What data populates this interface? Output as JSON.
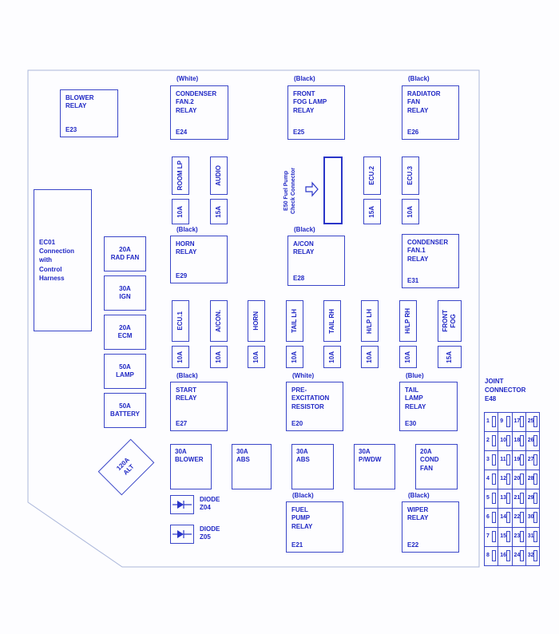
{
  "colors": {
    "blue": "#2a35c8",
    "outline": "#aab6da"
  },
  "relays": {
    "e23": {
      "name": "BLOWER\nRELAY",
      "code": "E23"
    },
    "e24": {
      "color_label": "(White)",
      "name": "CONDENSER\nFAN.2\nRELAY",
      "code": "E24"
    },
    "e25": {
      "color_label": "(Black)",
      "name": "FRONT\nFOG LAMP\nRELAY",
      "code": "E25"
    },
    "e26": {
      "color_label": "(Black)",
      "name": "RADIATOR\nFAN\nRELAY",
      "code": "E26"
    },
    "e29": {
      "color_label": "(Black)",
      "name": "HORN\nRELAY",
      "code": "E29"
    },
    "e28": {
      "color_label": "(Black)",
      "name": "A/CON\nRELAY",
      "code": "E28"
    },
    "e31": {
      "name": "CONDENSER\nFAN.1\nRELAY",
      "code": "E31"
    },
    "e27": {
      "color_label": "(Black)",
      "name": "START\nRELAY",
      "code": "E27"
    },
    "e20": {
      "color_label": "(White)",
      "name": "PRE-\nEXCITATION\nRESISTOR",
      "code": "E20"
    },
    "e30": {
      "color_label": "(Blue)",
      "name": "TAIL\nLAMP\nRELAY",
      "code": "E30"
    },
    "e21": {
      "color_label": "(Black)",
      "name": "FUEL\nPUMP\nRELAY",
      "code": "E21"
    },
    "e22": {
      "color_label": "(Black)",
      "name": "WIPER\nRELAY",
      "code": "E22"
    }
  },
  "fuses": {
    "room_lp": {
      "label": "ROOM LP",
      "amp": "10A"
    },
    "audio": {
      "label": "AUDIO",
      "amp": "15A"
    },
    "ecu2": {
      "label": "ECU.2",
      "amp": "15A"
    },
    "ecu3": {
      "label": "ECU.3",
      "amp": "10A"
    },
    "ecu1": {
      "label": "ECU.1",
      "amp": "10A"
    },
    "acon": {
      "label": "A/CON.",
      "amp": "10A"
    },
    "horn": {
      "label": "HORN",
      "amp": "10A"
    },
    "tail_lh": {
      "label": "TAIL LH",
      "amp": "10A"
    },
    "tail_rh": {
      "label": "TAIL RH",
      "amp": "10A"
    },
    "hlp_lh": {
      "label": "H/LP LH",
      "amp": "10A"
    },
    "hlp_rh": {
      "label": "H/LP RH",
      "amp": "10A"
    },
    "front_fog": {
      "label": "FRONT\nFOG",
      "amp": "15A"
    }
  },
  "left_fuses": {
    "rad_fan": "20A\nRAD FAN",
    "ign": "30A\nIGN",
    "ecm": "20A\nECM",
    "lamp": "50A\nLAMP",
    "battery": "50A\nBATTERY"
  },
  "bottom_fuses": {
    "blower": "30A\nBLOWER",
    "abs1": "30A\nABS",
    "abs2": "30A\nABS",
    "pwdw": "30A\nP/WDW",
    "cond_fan": "20A\nCOND\nFAN"
  },
  "misc": {
    "ec01": "EC01\nConnection\nwith\nControl\nHarness",
    "alt": "120A\nALT",
    "e50": "E50 Fuel Pump\nCheck Connector",
    "diode_z04": "DIODE\nZ04",
    "diode_z05": "DIODE\nZ05"
  },
  "joint_connector": {
    "title": "JOINT\nCONNECTOR\nE48",
    "cells": [
      "1",
      "9",
      "17",
      "25",
      "2",
      "10",
      "18",
      "26",
      "3",
      "11",
      "19",
      "27",
      "4",
      "12",
      "20",
      "28",
      "5",
      "13",
      "21",
      "29",
      "6",
      "14",
      "22",
      "30",
      "7",
      "15",
      "23",
      "31",
      "8",
      "16",
      "24",
      "32"
    ]
  }
}
